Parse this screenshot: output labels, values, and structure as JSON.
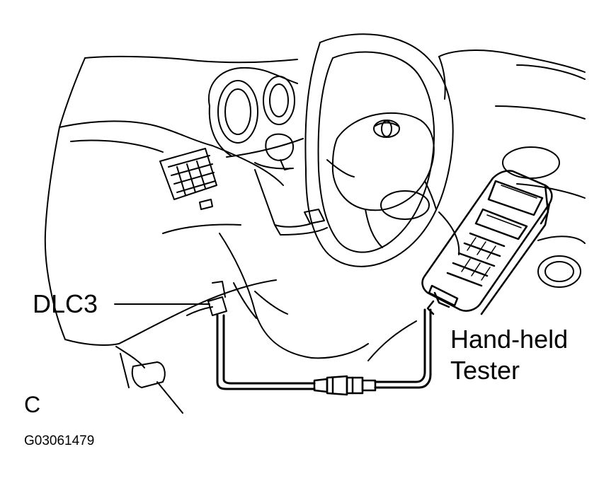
{
  "labels": {
    "dlc3": "DLC3",
    "tester_line1": "Hand-held",
    "tester_line2": "Tester",
    "view": "C",
    "figure_id": "G03061479"
  },
  "colors": {
    "line": "#000000",
    "background": "#ffffff"
  }
}
